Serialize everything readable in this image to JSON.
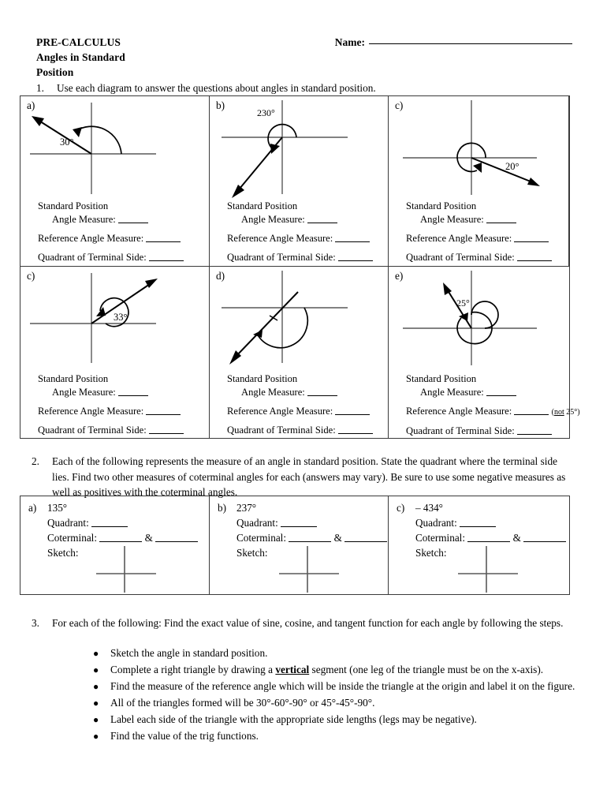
{
  "header": {
    "course": "PRE-CALCULUS",
    "topic": "Angles in Standard Position",
    "name_label": "Name:"
  },
  "questions": {
    "q1": {
      "number": "1.",
      "text": "Use each diagram to answer the questions about angles in standard position."
    },
    "q2": {
      "number": "2.",
      "text": "Each of the following represents the measure of an angle in standard position. State the quadrant where the terminal side lies. Find two other measures of coterminal angles for each (answers may vary). Be sure to use some negative measures as well as positives with the coterminal angles."
    },
    "q3": {
      "number": "3.",
      "text": "For each of the following: Find the exact value of sine, cosine, and tangent function for each angle by following the steps.",
      "bullets": [
        {
          "pre": "Sketch the angle in standard position.",
          "bold": "",
          "post": ""
        },
        {
          "pre": "Complete a right triangle by drawing a ",
          "bold": "vertical",
          "post": " segment (one leg of the triangle must be on the x-axis)."
        },
        {
          "pre": "Find the measure of the reference angle which will be inside the triangle at the origin and label it on the figure.",
          "bold": "",
          "post": ""
        },
        {
          "pre": "All of the triangles formed will be 30°-60°-90° or 45°-45°-90°.",
          "bold": "",
          "post": ""
        },
        {
          "pre": "Label each side of the triangle with the appropriate side lengths (legs may be negative).",
          "bold": "",
          "post": ""
        },
        {
          "pre": "Find the value of the trig functions.",
          "bold": "",
          "post": ""
        }
      ]
    }
  },
  "q1_labels": {
    "standard_position": "Standard Position",
    "angle_measure": "Angle Measure:",
    "reference_angle": "Reference Angle Measure:",
    "quadrant_terminal": "Quadrant of Terminal Side:"
  },
  "q1_cells": [
    {
      "letter": "a)",
      "angle_label": "30°",
      "note": ""
    },
    {
      "letter": "b)",
      "angle_label": "230°",
      "note": ""
    },
    {
      "letter": "c)",
      "angle_label": "20°",
      "note": ""
    },
    {
      "letter": "c)",
      "angle_label": "33°",
      "note": ""
    },
    {
      "letter": "d)",
      "angle_label": "",
      "note": ""
    },
    {
      "letter": "e)",
      "angle_label": "25°",
      "note_pre": "(",
      "note_bold": "not",
      "note_post": " 25°)"
    }
  ],
  "q2_labels": {
    "quadrant": "Quadrant:",
    "coterminal": "Coterminal:",
    "ampersand": "&",
    "sketch": "Sketch:"
  },
  "q2_cells": [
    {
      "letter": "a)",
      "value": "135°"
    },
    {
      "letter": "b)",
      "value": "237°"
    },
    {
      "letter": "c)",
      "value": "– 434°"
    }
  ],
  "colors": {
    "ink": "#000000",
    "rule": "#3a3a3a",
    "axis": "#595959"
  }
}
